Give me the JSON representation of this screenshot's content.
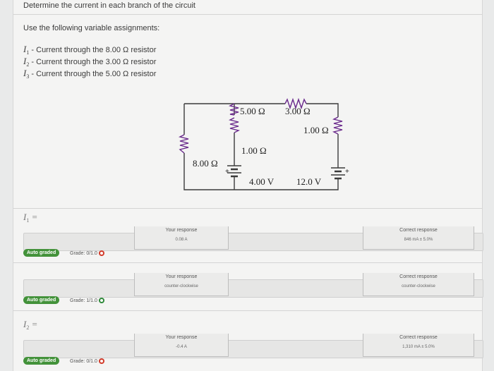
{
  "header": {
    "instruction": "Determine the current  in each branch of the circuit",
    "variables_heading": "Use the following variable assignments:"
  },
  "variables": [
    {
      "symbol": "I",
      "sub": "1",
      "desc": "- Current through the 8.00 Ω resistor"
    },
    {
      "symbol": "I",
      "sub": "2",
      "desc": "- Current through the 3.00 Ω resistor"
    },
    {
      "symbol": "I",
      "sub": "3",
      "desc": "- Current through the 5.00 Ω resistor"
    }
  ],
  "circuit": {
    "r_top_left": "5.00 Ω",
    "r_top_right": "3.00 Ω",
    "r_right": "1.00 Ω",
    "r_middle": "1.00 Ω",
    "r_left": "8.00 Ω",
    "emf_middle": "4.00 V",
    "emf_right": "12.0 V",
    "plus": "+"
  },
  "prompts": {
    "i1": {
      "symbol": "I",
      "sub": "1",
      "eq": "="
    },
    "i2": {
      "symbol": "I",
      "sub": "2",
      "eq": "="
    }
  },
  "responses": [
    {
      "your_label": "Your response",
      "your_value": "0.08 A",
      "correct_label": "Correct response",
      "correct_value": "846 mA ± 5.0%",
      "badge": "Auto graded",
      "grade": "Grade: 0/1.0",
      "status": "incorrect"
    },
    {
      "your_label": "Your response",
      "your_value": "counter-clockwise",
      "correct_label": "Correct response",
      "correct_value": "counter-clockwise",
      "badge": "Auto graded",
      "grade": "Grade: 1/1.0",
      "status": "correct"
    },
    {
      "your_label": "Your response",
      "your_value": "-0.4 A",
      "correct_label": "Correct response",
      "correct_value": "1,310 mA ± 5.0%",
      "badge": "Auto graded",
      "grade": "Grade: 0/1.0",
      "status": "incorrect"
    }
  ],
  "colors": {
    "badge": "#43923a",
    "incorrect": "#d23b2a",
    "correct": "#2f8a3a"
  }
}
